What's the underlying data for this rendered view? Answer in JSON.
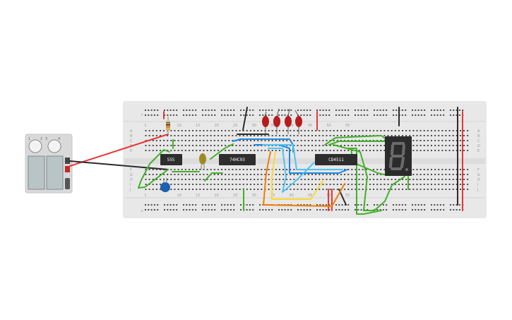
{
  "workspace": {
    "background": "#ffffff"
  },
  "battery": {
    "labels": [
      "1",
      "2",
      "3",
      "4"
    ],
    "body_color": "#d9d9d9"
  },
  "breadboard": {
    "color": "#e8e8e8",
    "column_numbers": [
      "1",
      "10",
      "15",
      "20",
      "25",
      "30",
      "35",
      "40",
      "45",
      "50",
      "55"
    ],
    "row_letters_top": [
      "A",
      "B",
      "C",
      "D",
      "E"
    ],
    "row_letters_bottom": [
      "F",
      "G",
      "H",
      "I",
      "J"
    ],
    "rail_plus_color": "#e53935",
    "rail_minus_color": "#222222"
  },
  "chips": [
    {
      "id": "chip-555",
      "label": "555"
    },
    {
      "id": "chip-74hc93",
      "label": "74HC93"
    },
    {
      "id": "chip-cd4511",
      "label": "CD4511"
    }
  ],
  "display": {
    "digit": "8",
    "segment_color": "#6b6b6b",
    "body_color": "#2b2b2b"
  },
  "leds": {
    "count": 4,
    "color": "#b71c1c"
  },
  "wire_colors": {
    "red": "#e53935",
    "black": "#2b2b2b",
    "green": "#43b02a",
    "blue": "#1e88e5",
    "light_blue": "#4fc3f7",
    "yellow": "#fdd835",
    "orange": "#f57c00"
  }
}
